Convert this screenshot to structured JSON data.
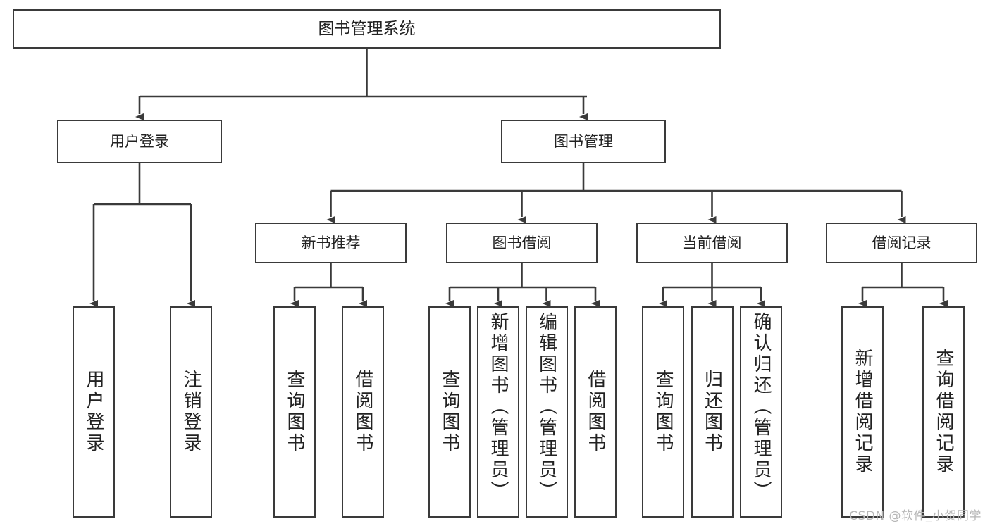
{
  "diagram": {
    "title": "图书管理系统",
    "type": "hierarchy-tree",
    "watermark": "CSDN @软件_小贺同学",
    "colors": {
      "stroke": "#3a3a3a",
      "fill": "#ffffff",
      "text": "#222222",
      "watermark": "#b6b6b6"
    },
    "root": {
      "label": "图书管理系统"
    },
    "level2": [
      {
        "label": "用户登录"
      },
      {
        "label": "图书管理"
      }
    ],
    "level3": [
      {
        "label": "新书推荐"
      },
      {
        "label": "图书借阅"
      },
      {
        "label": "当前借阅"
      },
      {
        "label": "借阅记录"
      }
    ],
    "leaves": {
      "user_login": [
        {
          "label": "用户登录"
        },
        {
          "label": "注销登录"
        }
      ],
      "new_book": [
        {
          "label": "查询图书"
        },
        {
          "label": "借阅图书"
        }
      ],
      "book_borrow": [
        {
          "label": "查询图书"
        },
        {
          "label": "新增图书（管理员）"
        },
        {
          "label": "编辑图书（管理员）"
        },
        {
          "label": "借阅图书"
        }
      ],
      "current_borrow": [
        {
          "label": "查询图书"
        },
        {
          "label": "归还图书"
        },
        {
          "label": "确认归还（管理员）"
        }
      ],
      "borrow_records": [
        {
          "label": "新增借阅记录"
        },
        {
          "label": "查询借阅记录"
        }
      ]
    }
  }
}
